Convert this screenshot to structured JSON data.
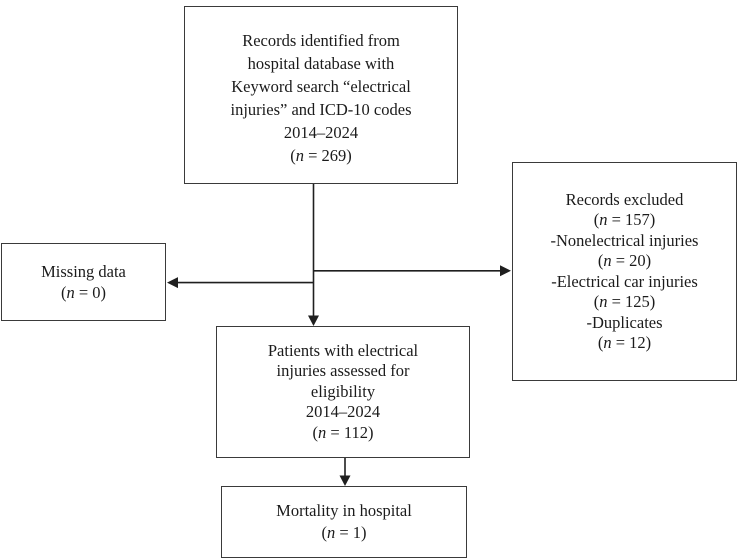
{
  "diagram": {
    "type": "study-flow-diagram",
    "boxes": [
      {
        "id": "records-identified",
        "lines": [
          "Records identified from",
          "hospital database with",
          "Keyword search “electrical",
          "injuries” and ICD-10 codes",
          "2014–2024",
          "(n = 269)"
        ]
      },
      {
        "id": "records-excluded",
        "lines": [
          "Records excluded",
          "(n = 157)",
          "-Nonelectrical injuries",
          "(n = 20)",
          "-Electrical car injuries",
          "(n = 125)",
          "-Duplicates",
          "(n = 12)"
        ]
      },
      {
        "id": "missing-data",
        "lines": [
          "Missing data",
          "(n = 0)"
        ]
      },
      {
        "id": "eligibility",
        "lines": [
          "Patients with electrical",
          "injuries assessed for",
          "eligibility",
          "2014–2024",
          "(n = 112)"
        ]
      },
      {
        "id": "mortality",
        "lines": [
          "Mortality in hospital",
          "(n = 1)"
        ]
      }
    ],
    "colors": {
      "background": "#ffffff",
      "box_border": "#3a3a3a",
      "text": "#1b1b1b",
      "arrow": "#1f1f1f"
    }
  }
}
